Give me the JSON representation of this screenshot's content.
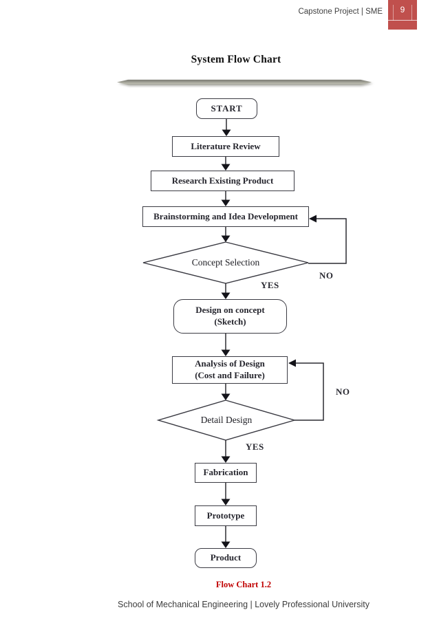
{
  "header": {
    "doc_title": "Capstone Project | SME",
    "page_number": "9"
  },
  "title": "System Flow Chart",
  "flowchart": {
    "nodes": {
      "start": "START",
      "literature": "Literature Review",
      "research": "Research Existing Product",
      "brainstorm": "Brainstorming and Idea Development",
      "concept": "Concept Selection",
      "sketch_line1": "Design on concept",
      "sketch_line2": "(Sketch)",
      "analysis_line1": "Analysis of Design",
      "analysis_line2": "(Cost and Failure)",
      "detail": "Detail Design",
      "fabrication": "Fabrication",
      "prototype": "Prototype",
      "product": "Product"
    },
    "labels": {
      "yes1": "YES",
      "no1": "NO",
      "no2": "NO",
      "yes2": "YES"
    }
  },
  "caption": "Flow Chart 1.2",
  "footer": "School of Mechanical Engineering | Lovely Professional University",
  "colors": {
    "accent_red": "#c0504d",
    "caption_red": "#c00000",
    "line_color": "#2a2a30",
    "divider_gray": "#9b9b90"
  }
}
